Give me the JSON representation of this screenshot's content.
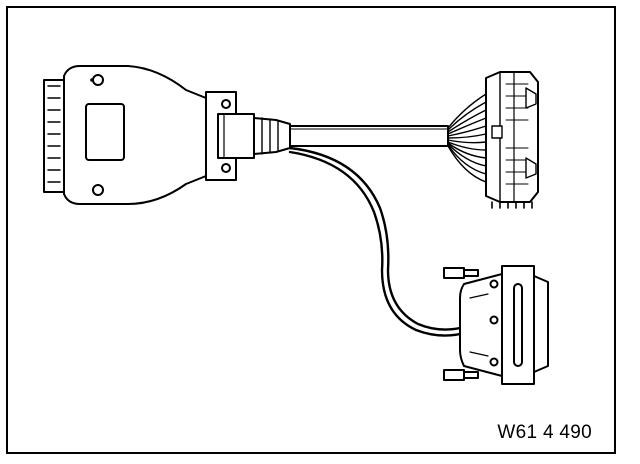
{
  "figure": {
    "code": "W61 4 490"
  },
  "components": [
    {
      "id": "main-connector",
      "icon": "multi-pin-connector-icon"
    },
    {
      "id": "cable-sheath",
      "icon": "cable-icon"
    },
    {
      "id": "wire-fan-connector",
      "icon": "wire-terminal-icon"
    },
    {
      "id": "sub-d-connector",
      "icon": "sub-d-connector-icon"
    }
  ],
  "colors": {
    "line": "#000000",
    "paper": "#ffffff"
  }
}
